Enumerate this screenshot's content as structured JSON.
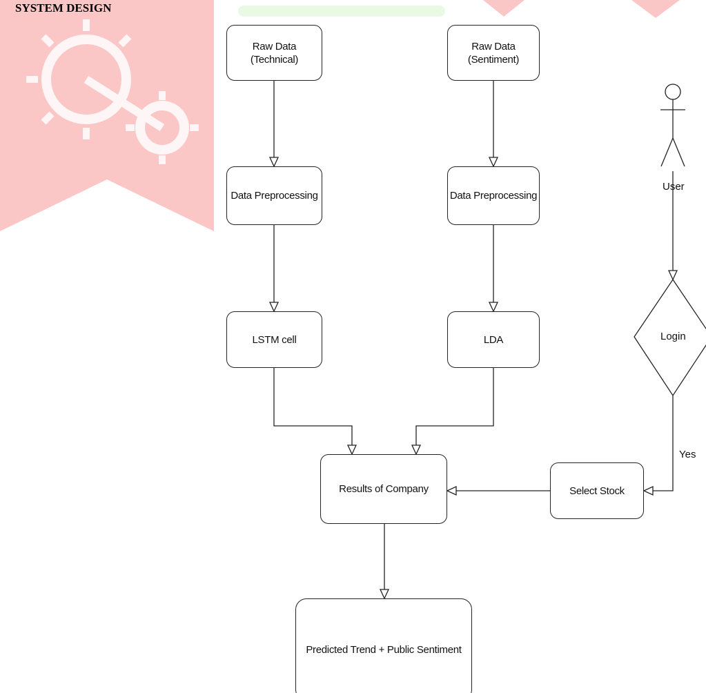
{
  "heading": "SYSTEM DESIGN",
  "nodes": {
    "raw_technical": "Raw Data\n(Technical)",
    "raw_sentiment": "Raw Data\n(Sentiment)",
    "prep_left": "Data Preprocessing",
    "prep_right": "Data Preprocessing",
    "lstm": "LSTM cell",
    "lda": "LDA",
    "results": "Results of Company",
    "select_stock": "Select Stock",
    "predicted": "Predicted Trend + Public Sentiment",
    "login": "Login"
  },
  "actor": {
    "label": "User"
  },
  "edge_labels": {
    "yes": "Yes"
  },
  "colors": {
    "watermark_red": "#f9b3b3",
    "watermark_green": "#eaf9e4",
    "stroke": "#222222"
  }
}
